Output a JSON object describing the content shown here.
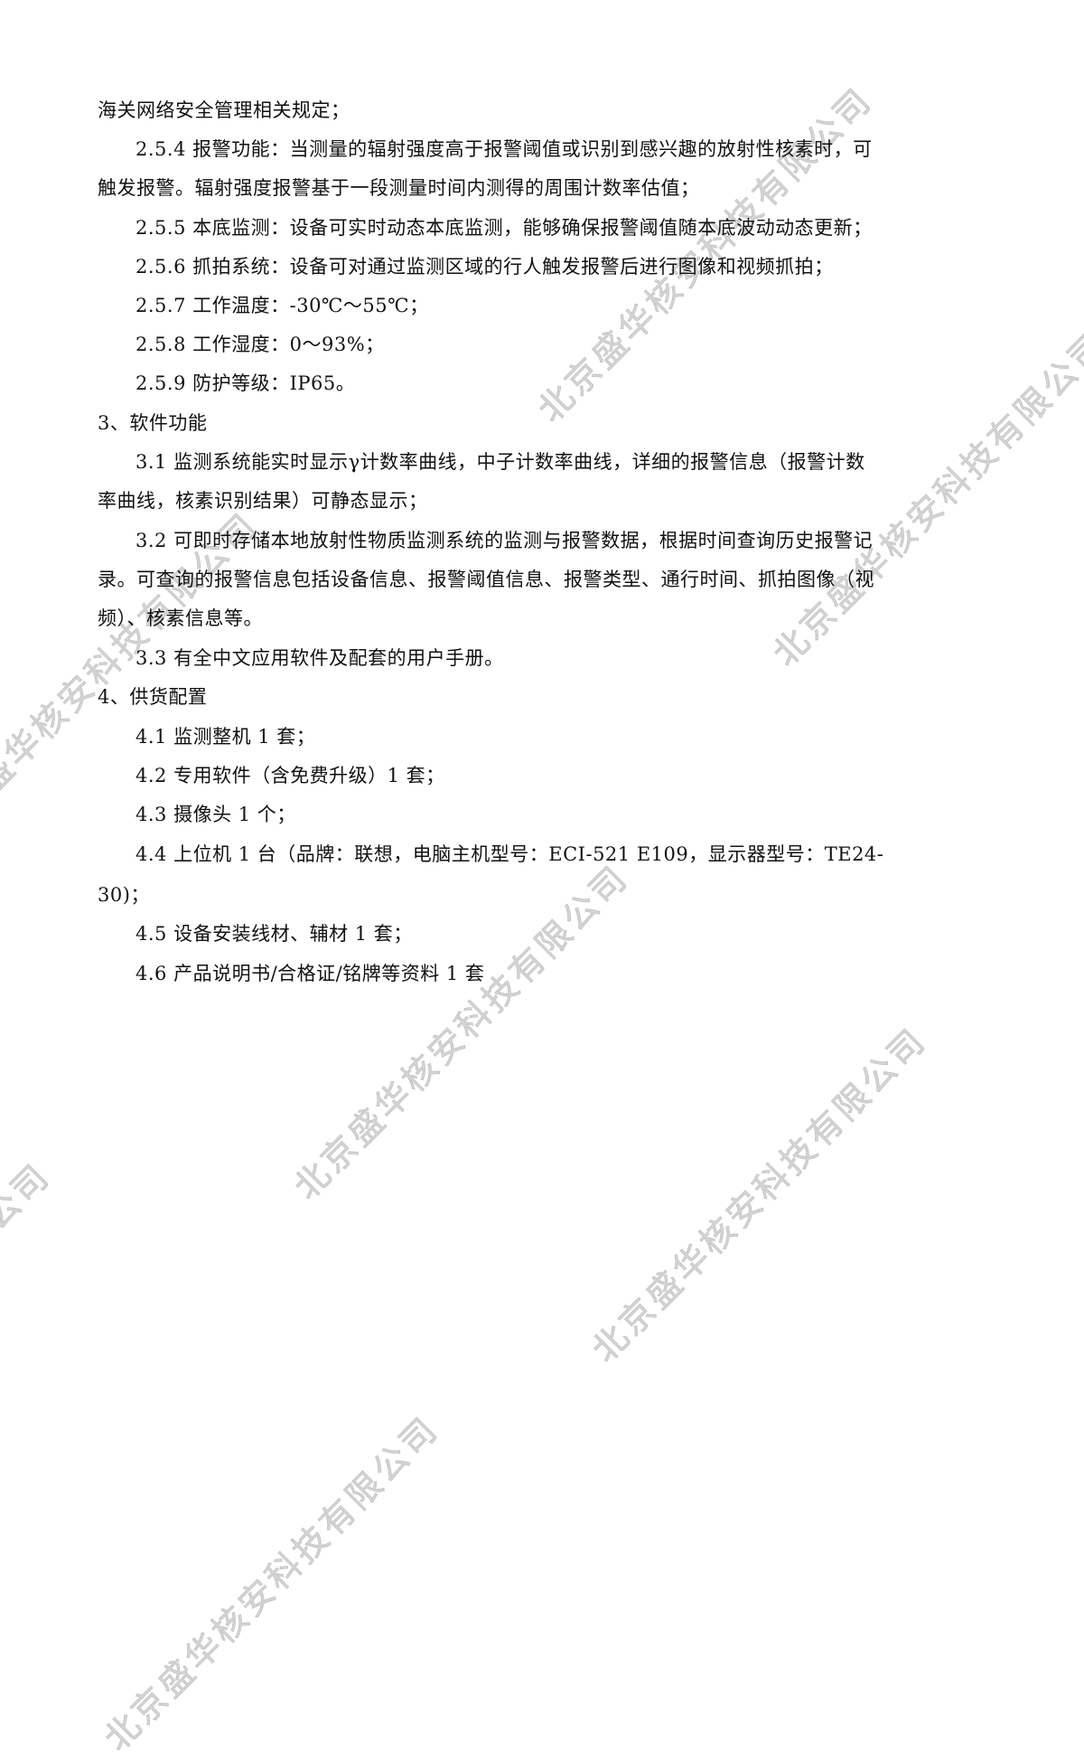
{
  "watermark": "北京盛华核安科技有限公司",
  "lines": [
    "海关网络安全管理相关规定；",
    "2.5.4 报警功能：当测量的辐射强度高于报警阈值或识别到感兴趣的放射性核素时，可",
    "触发报警。辐射强度报警基于一段测量时间内测得的周围计数率估值；",
    "2.5.5 本底监测：设备可实时动态本底监测，能够确保报警阈值随本底波动动态更新；",
    "2.5.6 抓拍系统：设备可对通过监测区域的行人触发报警后进行图像和视频抓拍；",
    "2.5.7 工作温度：-30℃～55℃；",
    "2.5.8 工作湿度：0～93%；",
    "2.5.9 防护等级：IP65。",
    "3、软件功能",
    "3.1 监测系统能实时显示γ计数率曲线，中子计数率曲线，详细的报警信息（报警计数",
    "率曲线，核素识别结果）可静态显示；",
    "3.2 可即时存储本地放射性物质监测系统的监测与报警数据，根据时间查询历史报警记",
    "录。可查询的报警信息包括设备信息、报警阈值信息、报警类型、通行时间、抓拍图像（视",
    "频）、核素信息等。",
    "3.3 有全中文应用软件及配套的用户手册。",
    "4、供货配置",
    "4.1 监测整机 1 套；",
    "4.2 专用软件（含免费升级）1 套；",
    "4.3 摄像头 1 个；",
    "4.4 上位机 1 台（品牌：联想，电脑主机型号：ECI-521 E109，显示器型号：TE24-",
    "30)；",
    "4.5 设备安装线材、辅材 1 套；",
    "4.6 产品说明书/合格证/铭牌等资料 1 套"
  ]
}
